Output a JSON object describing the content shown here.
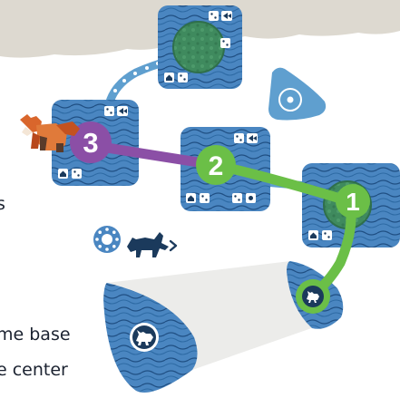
{
  "colors": {
    "page_bg": "#ffffff",
    "torn_paper": "#ddd9d0",
    "tile_blue": "#4a86c1",
    "tile_wave": "#1f4f83",
    "forest_green": "#3f8a5e",
    "path_green": "#6bbf47",
    "path_purple": "#8b4fa6",
    "trail_blue": "#5f9fcf",
    "icon_navy": "#1b3a5c",
    "fox_orange": "#d9662c",
    "text_dark": "#1b2230"
  },
  "text_fragments": {
    "top": "s",
    "base": "me base",
    "center": "e center"
  },
  "step_markers": [
    {
      "label": "1",
      "color": "path_green"
    },
    {
      "label": "2",
      "color": "path_green"
    },
    {
      "label": "3",
      "color": "path_purple"
    }
  ],
  "icons": {
    "legend": [
      "moon-icon",
      "ring-of-dots-icon",
      "fox-icon",
      "arrow-icon"
    ],
    "tile_corner": [
      "fish-icon",
      "dice-icon"
    ],
    "endpoint": "fox-icon",
    "zoom_token": "fox-icon",
    "target_marker": "circle-target-icon",
    "character": "fox-figure"
  }
}
